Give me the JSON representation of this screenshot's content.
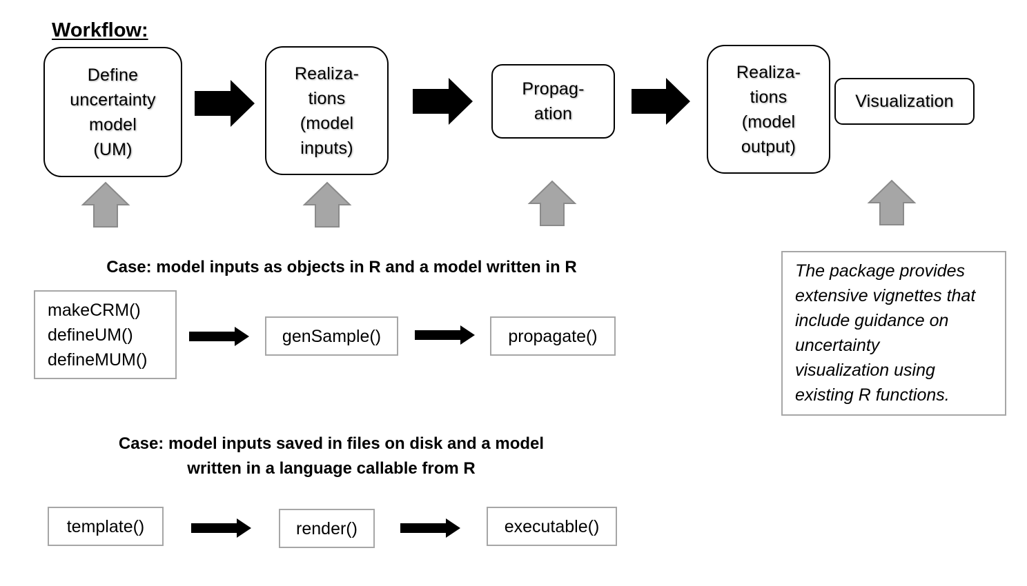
{
  "heading": "Workflow:",
  "stages": [
    {
      "label": "Define\nuncertainty\nmodel\n(UM)"
    },
    {
      "label": "Realiza-\ntions\n(model\ninputs)"
    },
    {
      "label": "Propag-\nation"
    },
    {
      "label": "Realiza-\ntions\n(model\noutput)"
    },
    {
      "label": "Visualization"
    }
  ],
  "case1": {
    "title": "Case: model inputs as objects in R and a model written in R",
    "steps": [
      {
        "label": "makeCRM()\ndefineUM()\ndefineMUM()"
      },
      {
        "label": "genSample()"
      },
      {
        "label": "propagate()"
      }
    ]
  },
  "case2": {
    "title": "Case: model inputs saved in files on disk and a model\nwritten in a language callable from R",
    "steps": [
      {
        "label": "template()"
      },
      {
        "label": "render()"
      },
      {
        "label": "executable()"
      }
    ]
  },
  "note": "The package provides\nextensive vignettes that\ninclude guidance on\nuncertainty\nvisualization using\nexisting R functions.",
  "colors": {
    "stage_border": "#000000",
    "function_box_border": "#a6a6a6",
    "up_arrow_fill": "#a6a6a6",
    "up_arrow_stroke": "#8a8a8a",
    "flow_arrow": "#000000"
  }
}
